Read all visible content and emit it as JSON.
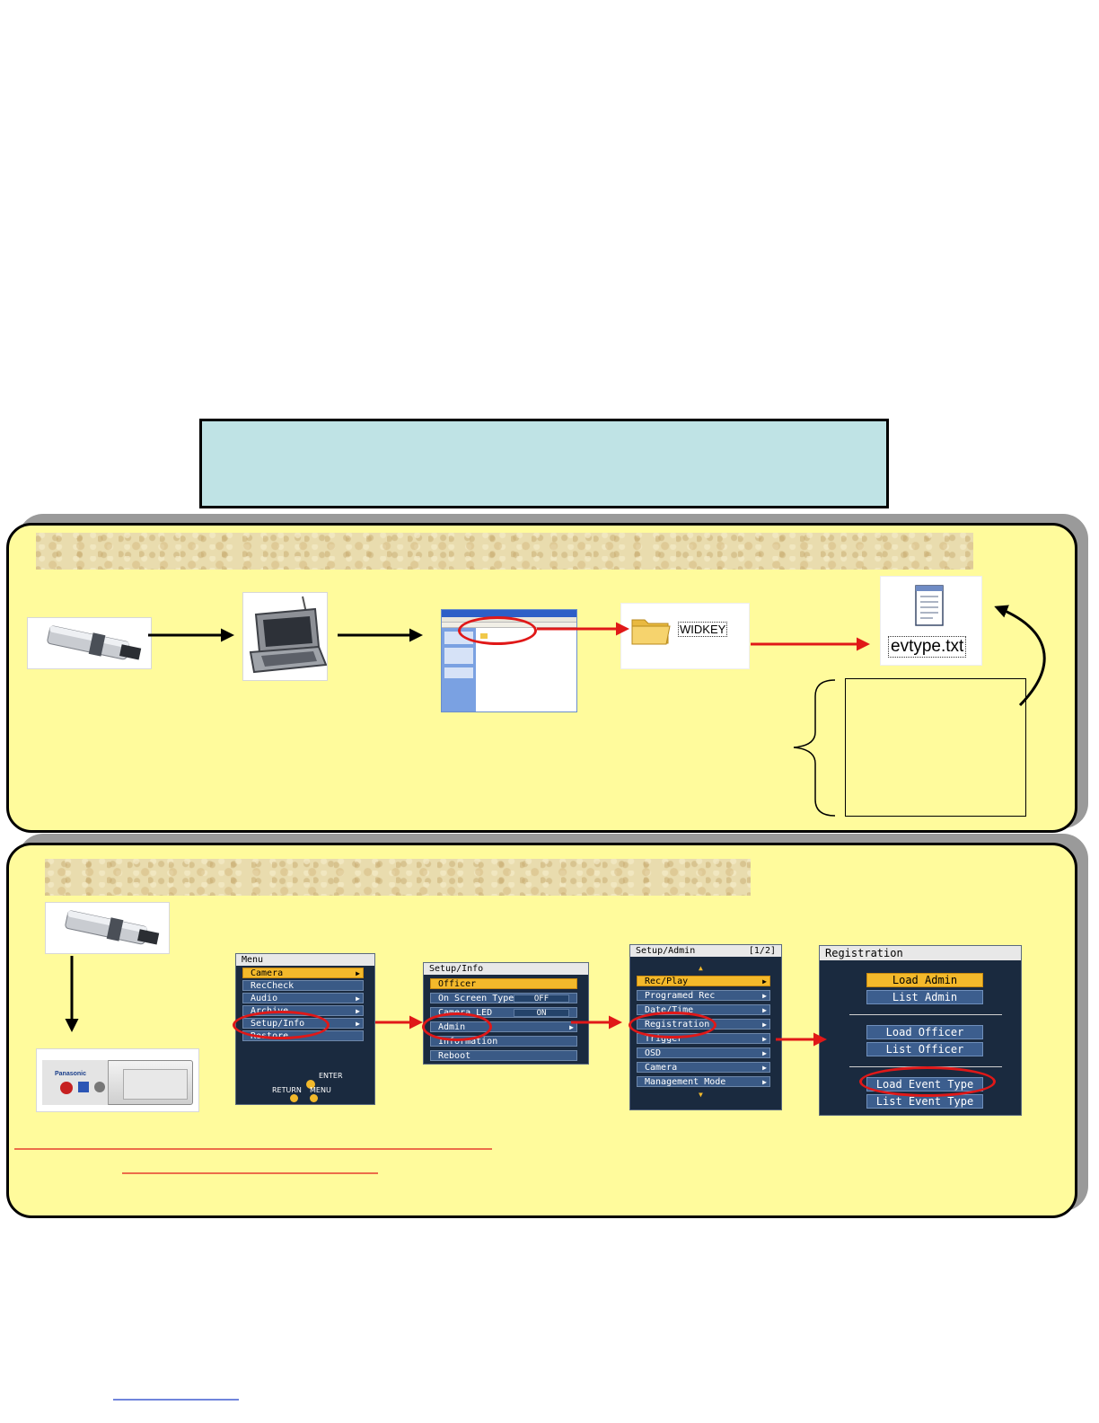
{
  "computer": {
    "folder_name": "WIDKEY",
    "file_name": "evtype.txt"
  },
  "camera_menu": {
    "menu": {
      "title": "Menu",
      "items": [
        "Camera",
        "RecCheck",
        "Audio",
        "Archive",
        "Setup/Info",
        "Restore"
      ],
      "keys": {
        "enter": "ENTER",
        "return": "RETURN",
        "menu": "MENU"
      }
    },
    "setup_info": {
      "title": "Setup/Info",
      "items": [
        "Officer",
        "On Screen Type",
        "Camera LED",
        "Admin",
        "Information",
        "Reboot"
      ],
      "on_screen_type_value": "OFF",
      "camera_led_value": "ON"
    },
    "setup_admin": {
      "title": "Setup/Admin",
      "page": "[1/2]",
      "items": [
        "Rec/Play",
        "Programed Rec",
        "Date/Time",
        "Registration",
        "Trigger",
        "OSD",
        "Camera",
        "Management Mode"
      ]
    },
    "registration": {
      "title": "Registration",
      "buttons": [
        "Load Admin",
        "List Admin",
        "Load Officer",
        "List Officer",
        "Load Event Type",
        "List Event Type"
      ]
    },
    "device_brand": "Panasonic"
  },
  "colors": {
    "title_fill": "#bfe3e5",
    "panel_fill": "#fffb9c",
    "highlight_red": "#e01818",
    "menu_select": "#f3b92b"
  }
}
